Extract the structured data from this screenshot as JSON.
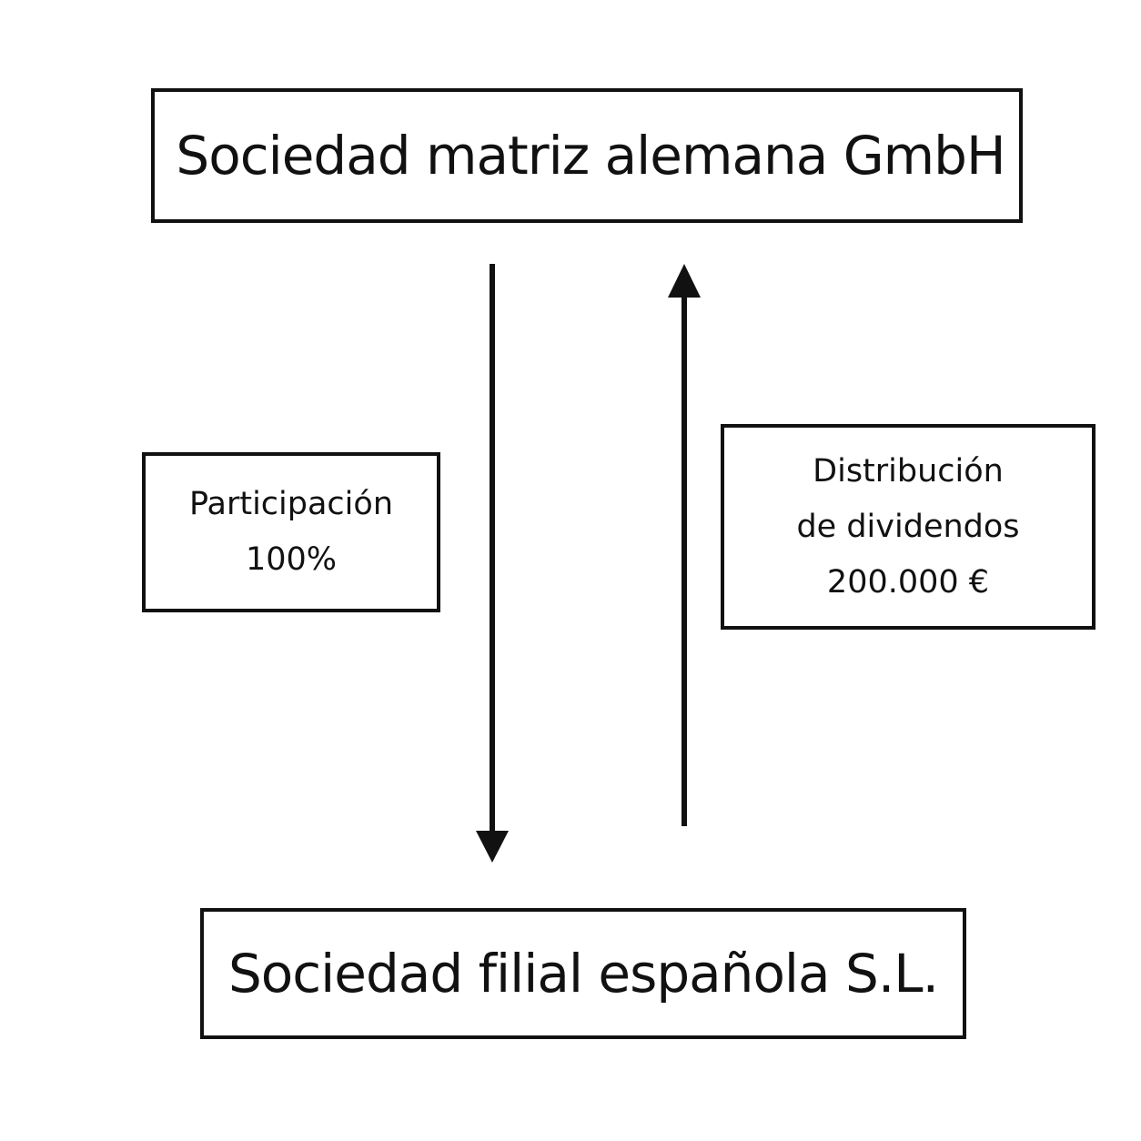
{
  "parent_company": {
    "label": "Sociedad matriz alemana GmbH"
  },
  "subsidiary_company": {
    "label": "Sociedad filial española S.L."
  },
  "ownership": {
    "line1": "Participación",
    "line2": "100%"
  },
  "dividend": {
    "line1": "Distribución",
    "line2": "de dividendos",
    "line3": "200.000 €"
  },
  "arrows": {
    "ownership_direction": "down",
    "dividend_direction": "up"
  },
  "colors": {
    "stroke": "#111111",
    "background": "#ffffff"
  }
}
